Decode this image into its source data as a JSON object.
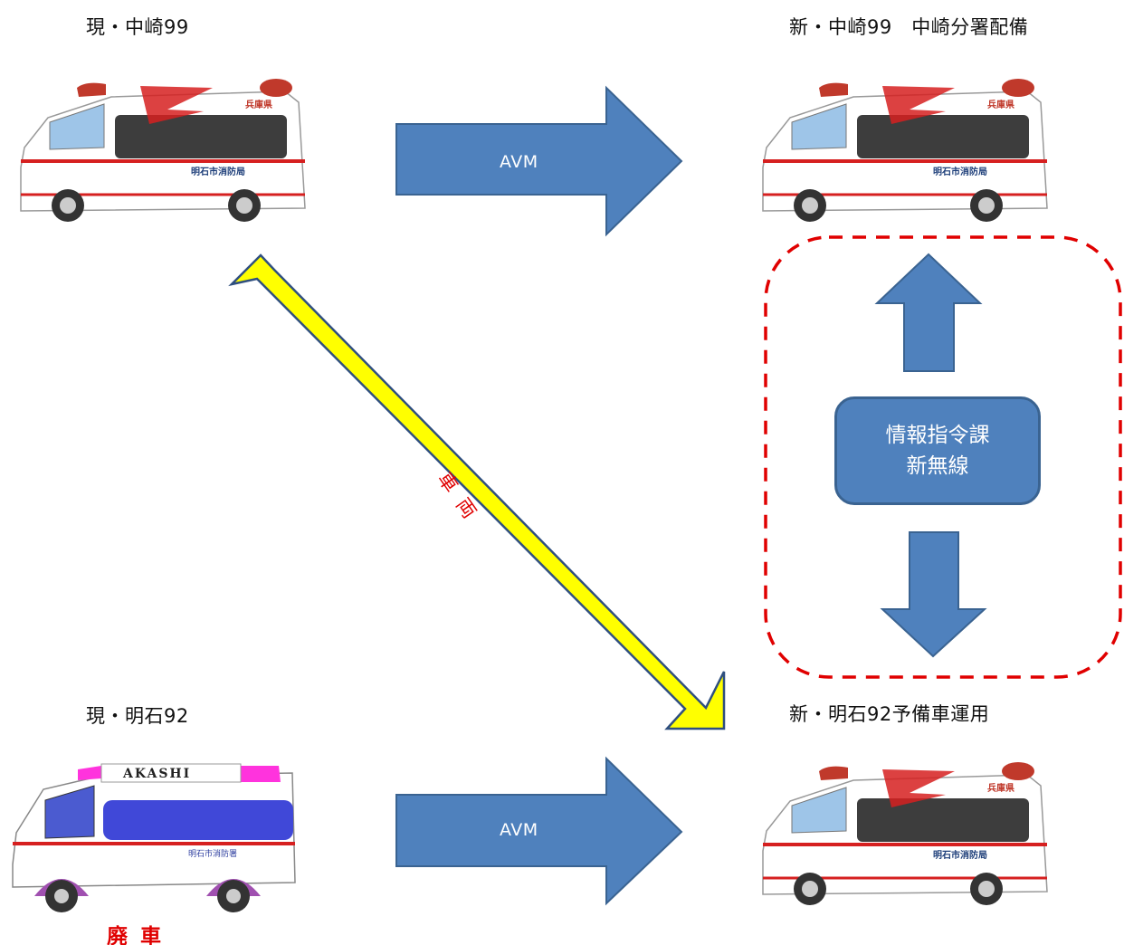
{
  "labels": {
    "current_nakazaki": "現・中崎99",
    "new_nakazaki": "新・中崎99　中崎分署配備",
    "current_akashi": "現・明石92",
    "new_akashi": "新・明石92予備車運用"
  },
  "arrows": {
    "avm_top": "AVM",
    "avm_bottom": "AVM",
    "vehicle": "車両"
  },
  "dispatch": {
    "line1": "情報指令課",
    "line2": "新無線"
  },
  "scrap": "廃車",
  "ambulance_markings": {
    "prefecture": "兵庫県",
    "department": "明石市消防局",
    "old_brand": "AKASHI",
    "old_department": "明石市消防署"
  },
  "colors": {
    "arrow_blue": "#4f81bd",
    "arrow_blue_border": "#3a6391",
    "vehicle_arrow_fill": "#ffff00",
    "vehicle_arrow_border": "#2f4f7f",
    "dashed_border": "#e00000",
    "scrap_text": "#e00000"
  }
}
